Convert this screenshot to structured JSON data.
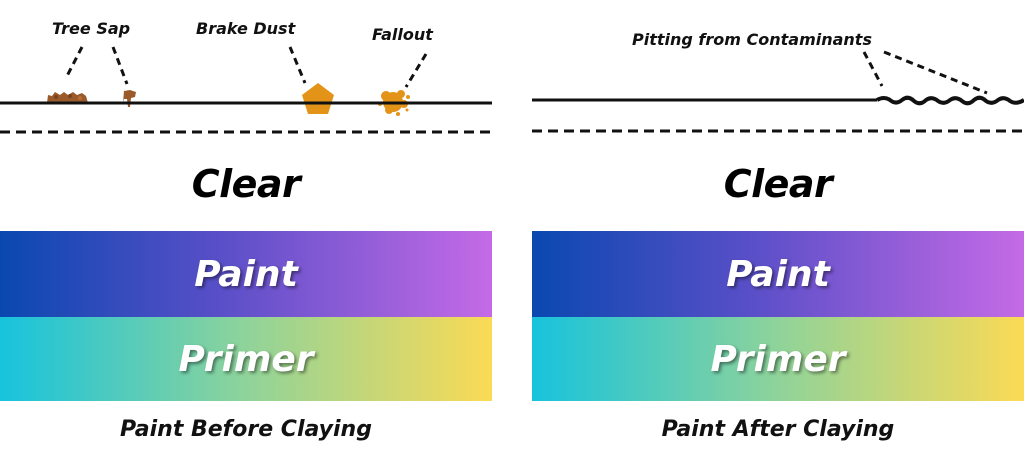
{
  "colors": {
    "paint_start": "#0a48b0",
    "paint_end": "#c56ae6",
    "primer_start": "#17c3dd",
    "primer_end": "#fbda55",
    "contaminant_brown": "#9b5a2a",
    "contaminant_orange": "#e39418"
  },
  "before": {
    "labels": {
      "tree_sap": "Tree Sap",
      "brake_dust": "Brake Dust",
      "fallout": "Fallout"
    },
    "clear": "Clear",
    "paint": "Paint",
    "primer": "Primer",
    "caption": "Paint Before Claying"
  },
  "after": {
    "labels": {
      "pitting": "Pitting from Contaminants"
    },
    "clear": "Clear",
    "paint": "Paint",
    "primer": "Primer",
    "caption": "Paint After Claying"
  }
}
